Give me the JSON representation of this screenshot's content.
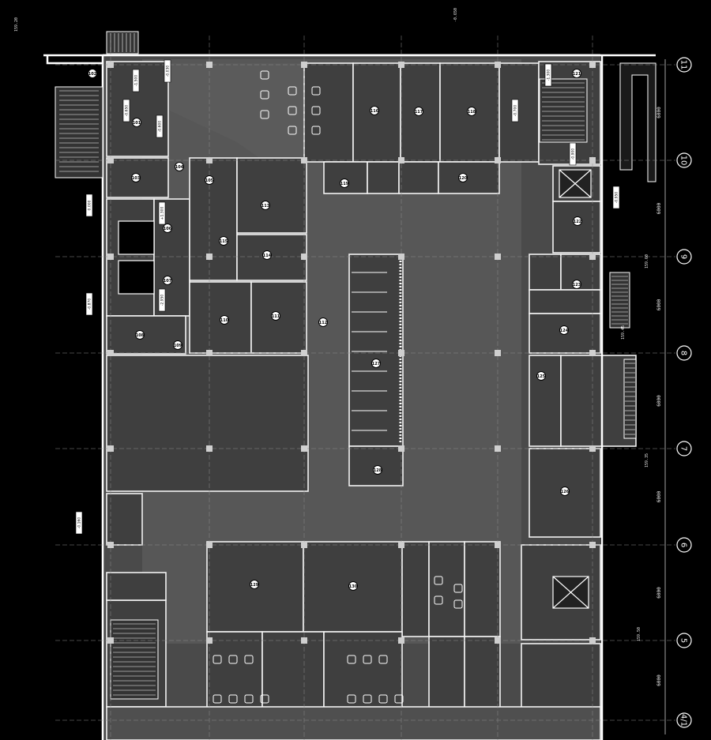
{
  "axes": [
    {
      "id": "ax-11",
      "label": "11"
    },
    {
      "id": "ax-10",
      "label": "10"
    },
    {
      "id": "ax-9",
      "label": "9"
    },
    {
      "id": "ax-8",
      "label": "8"
    },
    {
      "id": "ax-7",
      "label": "7"
    },
    {
      "id": "ax-6",
      "label": "6"
    },
    {
      "id": "ax-5",
      "label": "5"
    },
    {
      "id": "ax-4-1",
      "label": "4/1"
    }
  ],
  "dimensions": [
    "6000",
    "6000",
    "6000",
    "6000",
    "6000",
    "6000",
    "6000"
  ],
  "level_marks": [
    "-0.650",
    "-0.600",
    "-1.500",
    "-0.030",
    "-0.700",
    "-1.300",
    "-0.900",
    "-0.950",
    "+1.300",
    "-2.950",
    "0.000",
    "-0.870",
    "-0.160"
  ],
  "elevations": [
    "159.20",
    "-0.650",
    "159.35",
    "159.50",
    "159.45",
    "159.60"
  ],
  "room_tags": [
    "101",
    "102",
    "103",
    "104",
    "105",
    "106",
    "107",
    "108",
    "109",
    "110",
    "111",
    "112",
    "113",
    "114",
    "115",
    "116",
    "117",
    "118",
    "119",
    "120",
    "121",
    "122",
    "123",
    "124",
    "125",
    "126",
    "127",
    "128",
    "129",
    "130"
  ],
  "colors": {
    "background": "#000000",
    "floor": "#4d4d4d",
    "corridor": "#5a5a5a",
    "wall": "#ffffff",
    "grid": "#9a9a9a"
  }
}
